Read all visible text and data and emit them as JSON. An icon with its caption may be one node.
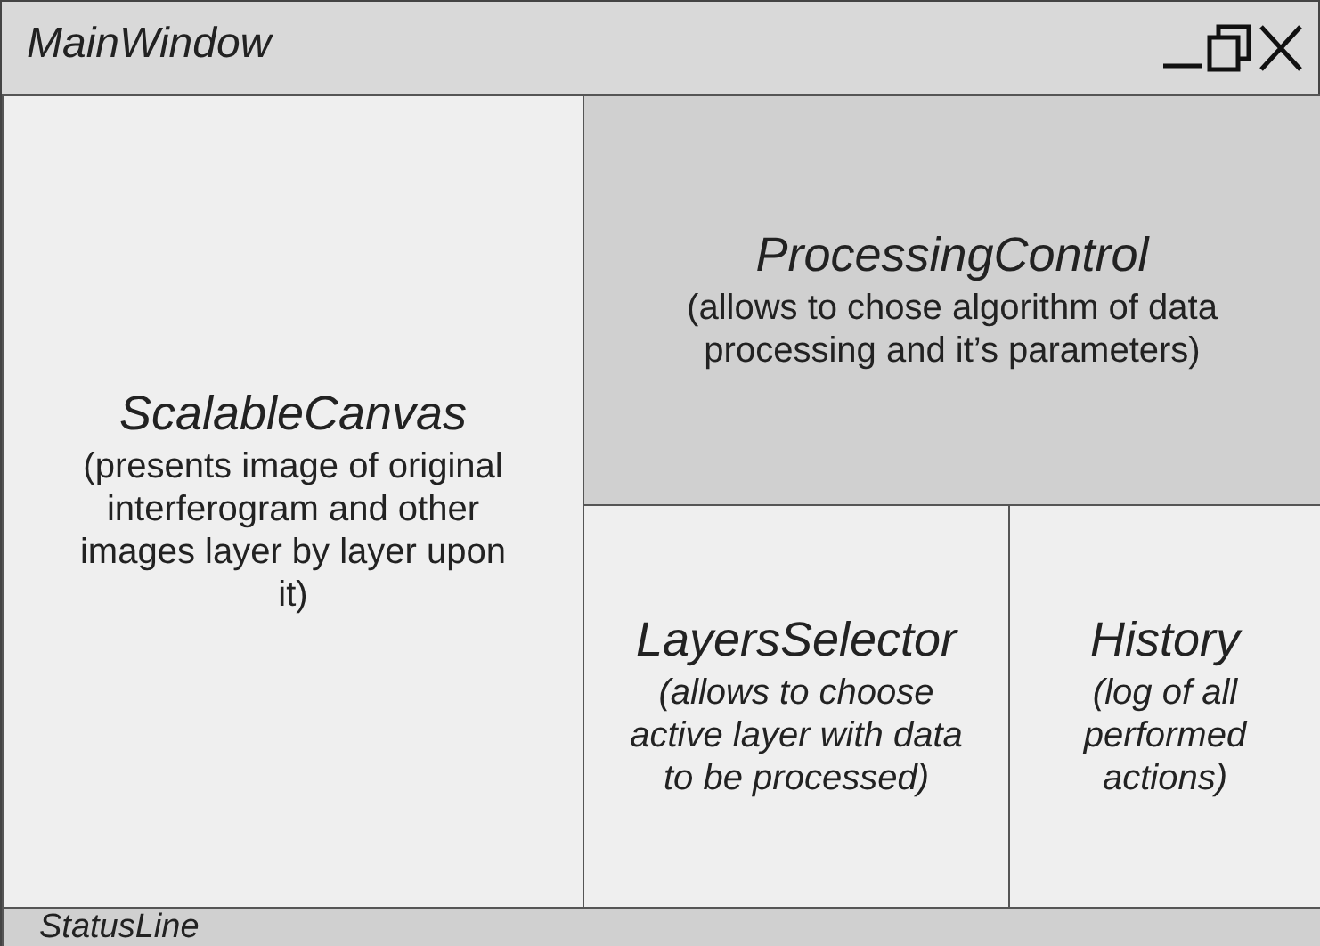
{
  "diagram": {
    "nodes": [
      {
        "text": [
          "MainWindow"
        ]
      },
      {
        "text": [
          "ScalableCanvas",
          "(presents image of original interferogram and other images layer by layer upon it)"
        ],
        "in": 0
      },
      {
        "text": [
          "ProcessingControl",
          "(allows to chose algorithm of data processing and it’s parameters)"
        ],
        "in": 0
      },
      {
        "text": [
          "LayersSelector",
          "(allows to choose active layer with data to be processed)"
        ],
        "in": 0
      },
      {
        "text": [
          "History",
          "(log of all performed actions)"
        ],
        "in": 0
      },
      {
        "text": [
          "StatusLine"
        ],
        "in": 0
      }
    ]
  }
}
